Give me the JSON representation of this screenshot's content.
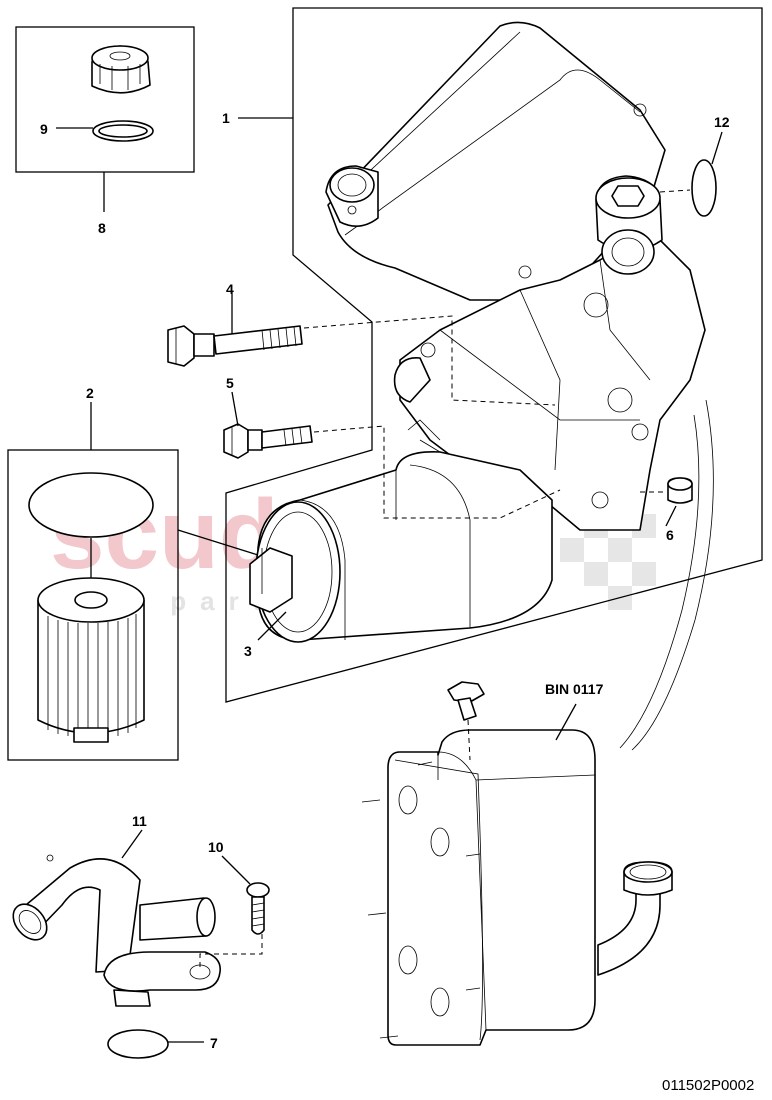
{
  "watermark": {
    "brand": "scuderia",
    "sub": "car parts"
  },
  "callouts": {
    "c1": "1",
    "c2": "2",
    "c3": "3",
    "c4": "4",
    "c5": "5",
    "c6": "6",
    "c7": "7",
    "c8": "8",
    "c9": "9",
    "c10": "10",
    "c11": "11",
    "c12": "12"
  },
  "bin_label": "BIN 0117",
  "diagram_code": "011502P0002"
}
